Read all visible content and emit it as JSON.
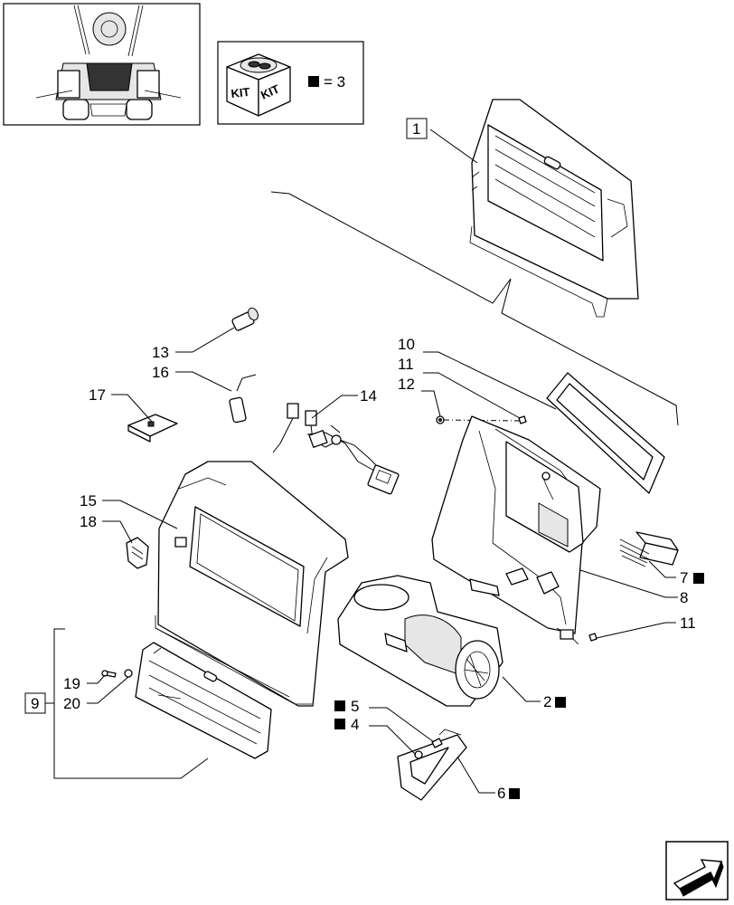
{
  "kit_legend": {
    "icon_text_left": "KIT",
    "icon_text_right": "KIT",
    "equals_text": "= 3"
  },
  "labels": {
    "1": "1",
    "2": "2",
    "4": "4",
    "5": "5",
    "6": "6",
    "7": "7",
    "8": "8",
    "9": "9",
    "10": "10",
    "11a": "11",
    "11b": "11",
    "12": "12",
    "13": "13",
    "14": "14",
    "15": "15",
    "16": "16",
    "17": "17",
    "18": "18",
    "19": "19",
    "20": "20"
  },
  "colors": {
    "line": "#000000",
    "background": "#ffffff",
    "kit_marker": "#000000"
  },
  "icons": {
    "tractor_thumbnail": "tractor-cab-rear-view-icon",
    "kit_box": "kit-box-icon",
    "kit_marker": "black-square-icon",
    "navigation": "next-page-arrow-icon"
  }
}
